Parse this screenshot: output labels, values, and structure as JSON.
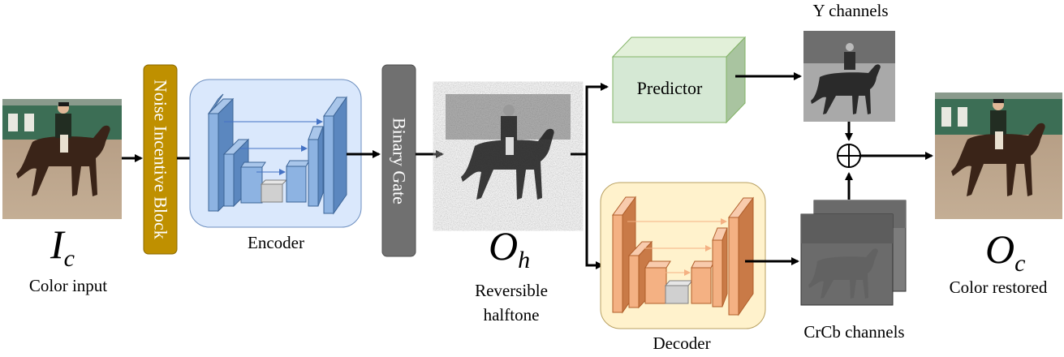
{
  "input": {
    "symbol": "I",
    "subscript": "c",
    "caption": "Color input"
  },
  "noise_block": {
    "label": "Noise Incentive Block",
    "color": "#bf9000"
  },
  "encoder": {
    "label": "Encoder",
    "color": "#dae8fc"
  },
  "binary_gate": {
    "label": "Binary Gate",
    "color": "#707070"
  },
  "halftone": {
    "symbol": "O",
    "subscript": "h",
    "caption_line1": "Reversible",
    "caption_line2": "halftone"
  },
  "predictor": {
    "label": "Predictor",
    "color": "#d5e8d4"
  },
  "decoder": {
    "label": "Decoder",
    "color": "#fff2cc"
  },
  "y_channels": {
    "label": "Y channels"
  },
  "crcb_channels": {
    "label": "CrCb channels"
  },
  "output": {
    "symbol": "O",
    "subscript": "c",
    "caption": "Color restored"
  },
  "combine": {
    "symbol": "⊕"
  }
}
